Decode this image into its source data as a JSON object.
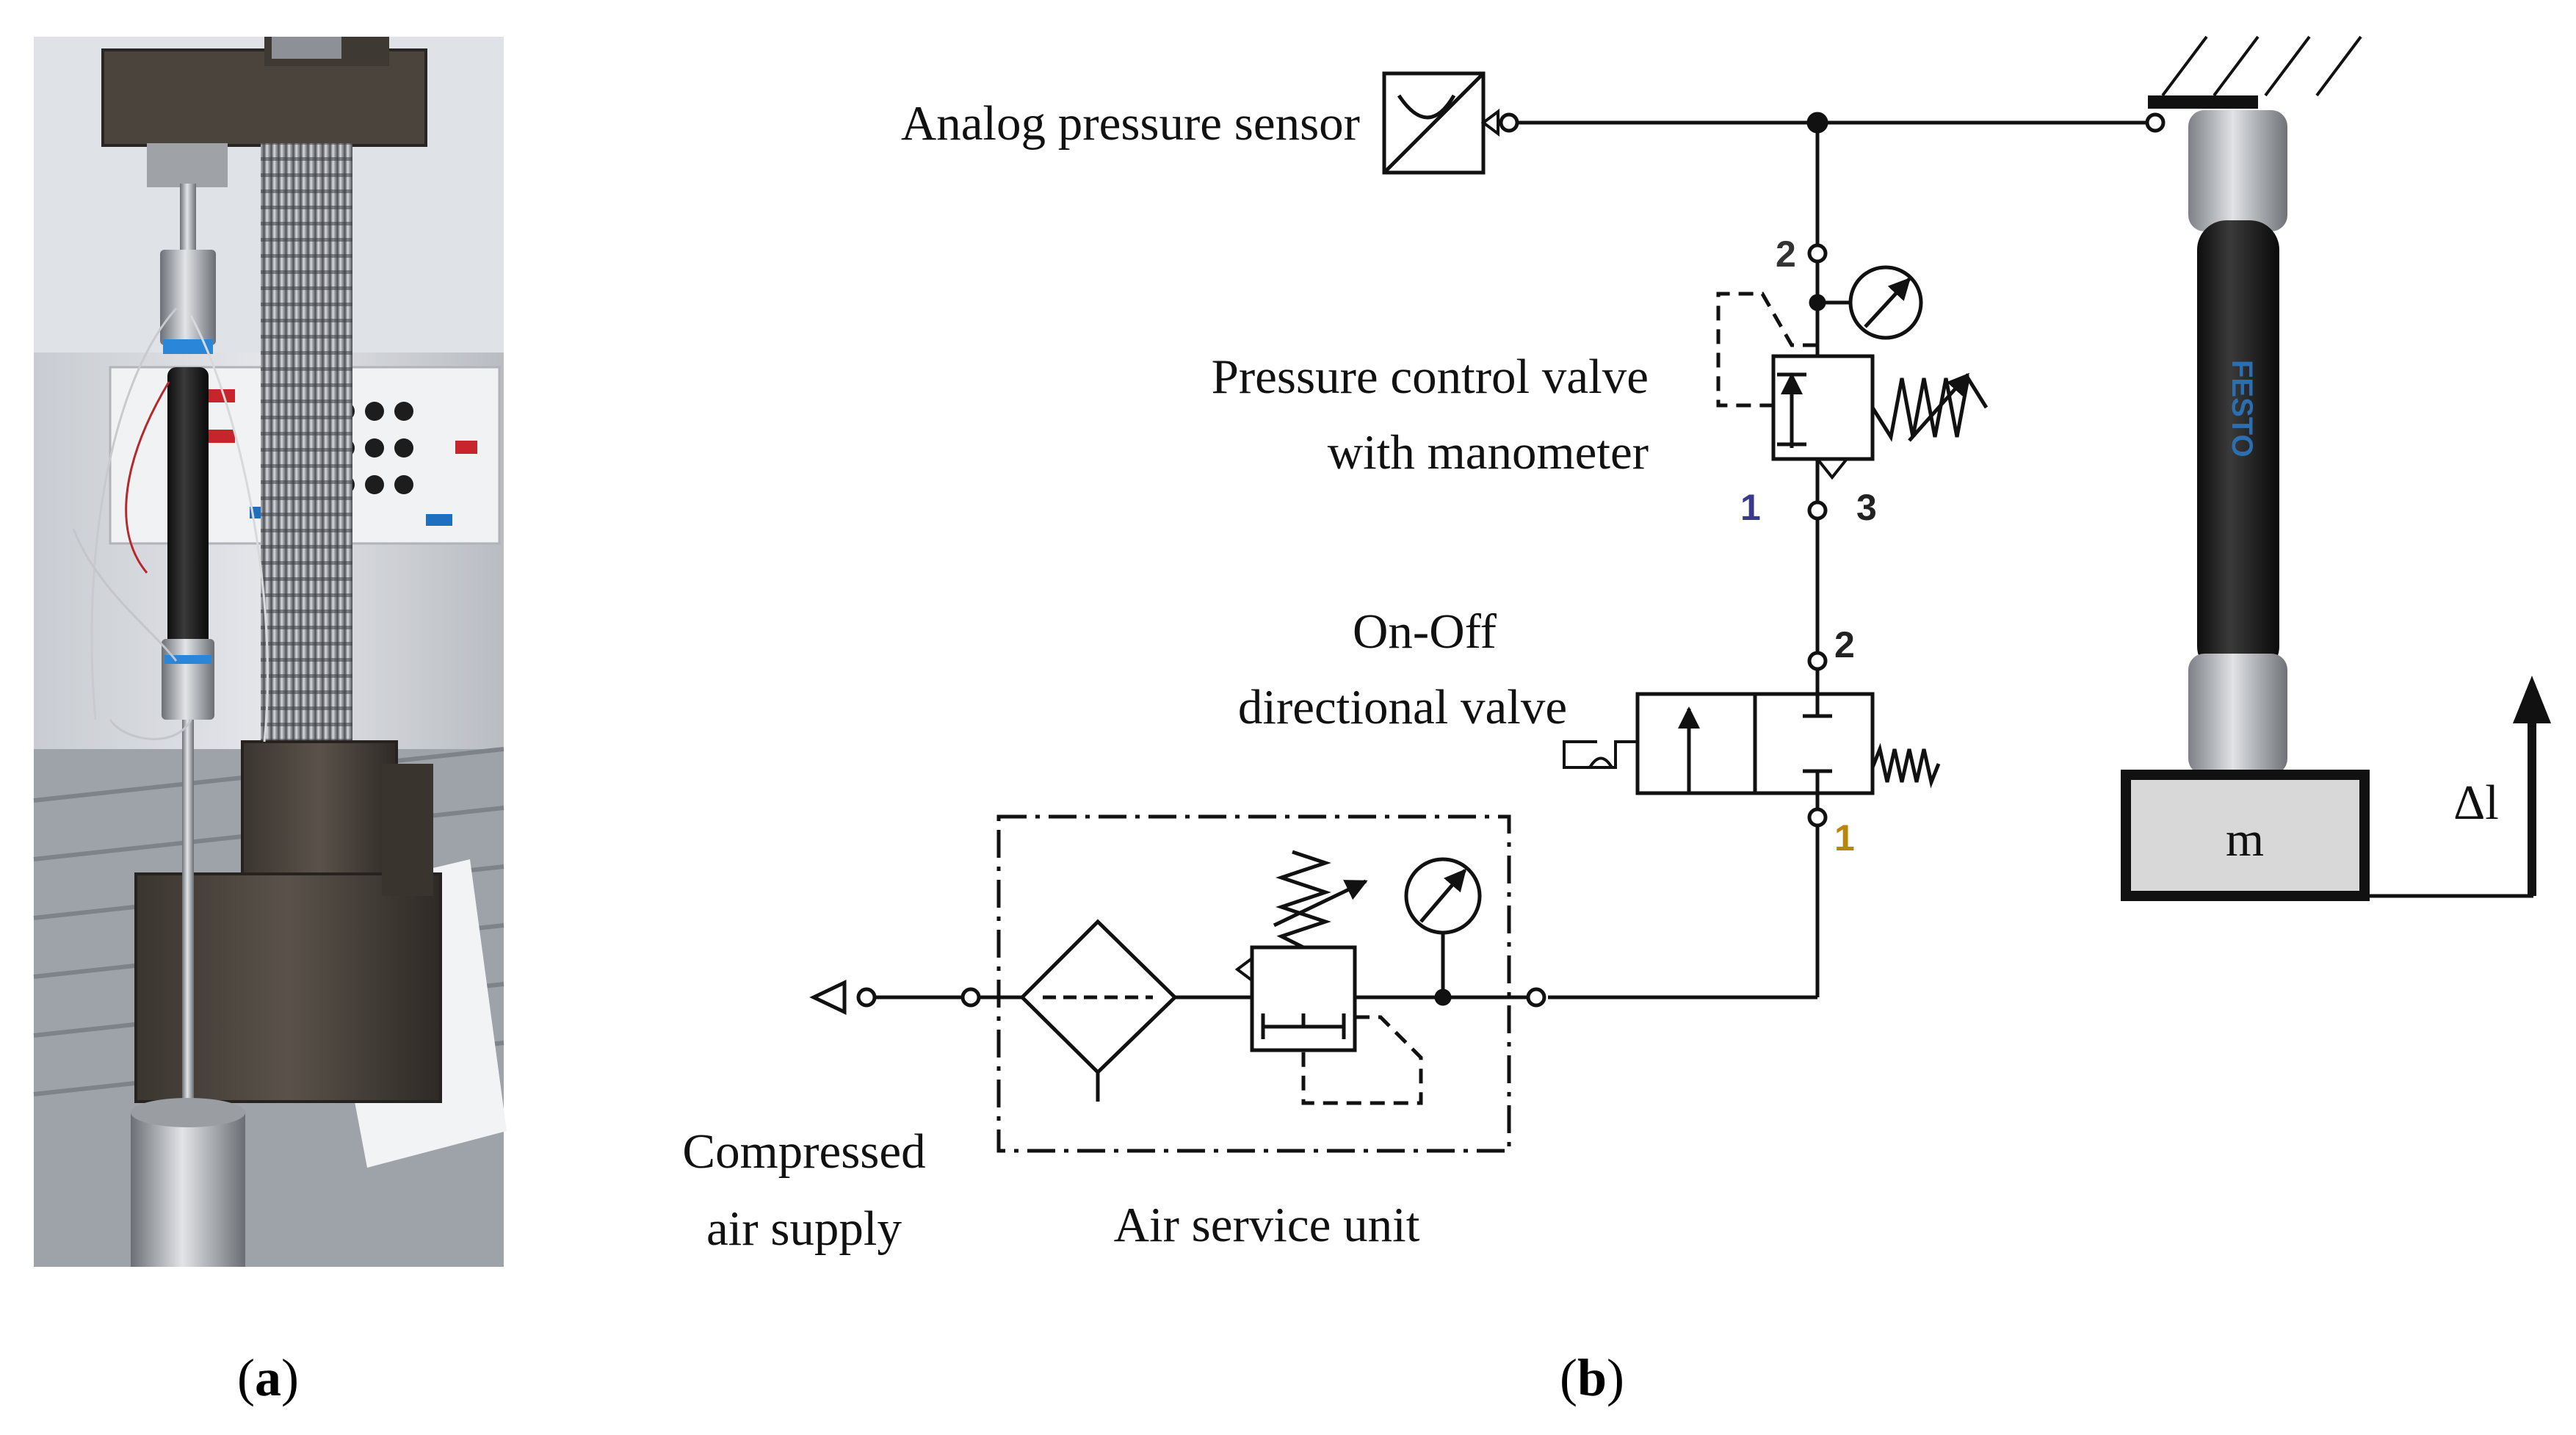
{
  "panel_a": {
    "caption_open": "(",
    "caption_letter": "a",
    "caption_close": ")"
  },
  "panel_b": {
    "caption_open": "(",
    "caption_letter": "b",
    "caption_close": ")",
    "labels": {
      "sensor": "Analog pressure sensor",
      "pcv_line1": "Pressure control valve",
      "pcv_line2": "with manometer",
      "onoff_line1": "On-Off",
      "onoff_line2": "directional valve",
      "supply_line1": "Compressed",
      "supply_line2": "air supply",
      "service_unit": "Air service unit",
      "mass": "m",
      "delta": "Δl",
      "muscle_brand": "FESTO"
    },
    "ports": {
      "pcv_2": "2",
      "pcv_1": "1",
      "pcv_3": "3",
      "dv_2": "2",
      "dv_1": "1"
    },
    "colors": {
      "port_pcv_2": "#333333",
      "port_pcv_1": "#3a3a8a",
      "port_pcv_3": "#222222",
      "port_dv_2": "#222222",
      "port_dv_1": "#b8860b",
      "mass_fill": "#d8d8d8",
      "muscle_body": "#1c1c1c",
      "muscle_brand": "#2c6fb0",
      "fitting": "#a8acb0"
    }
  }
}
